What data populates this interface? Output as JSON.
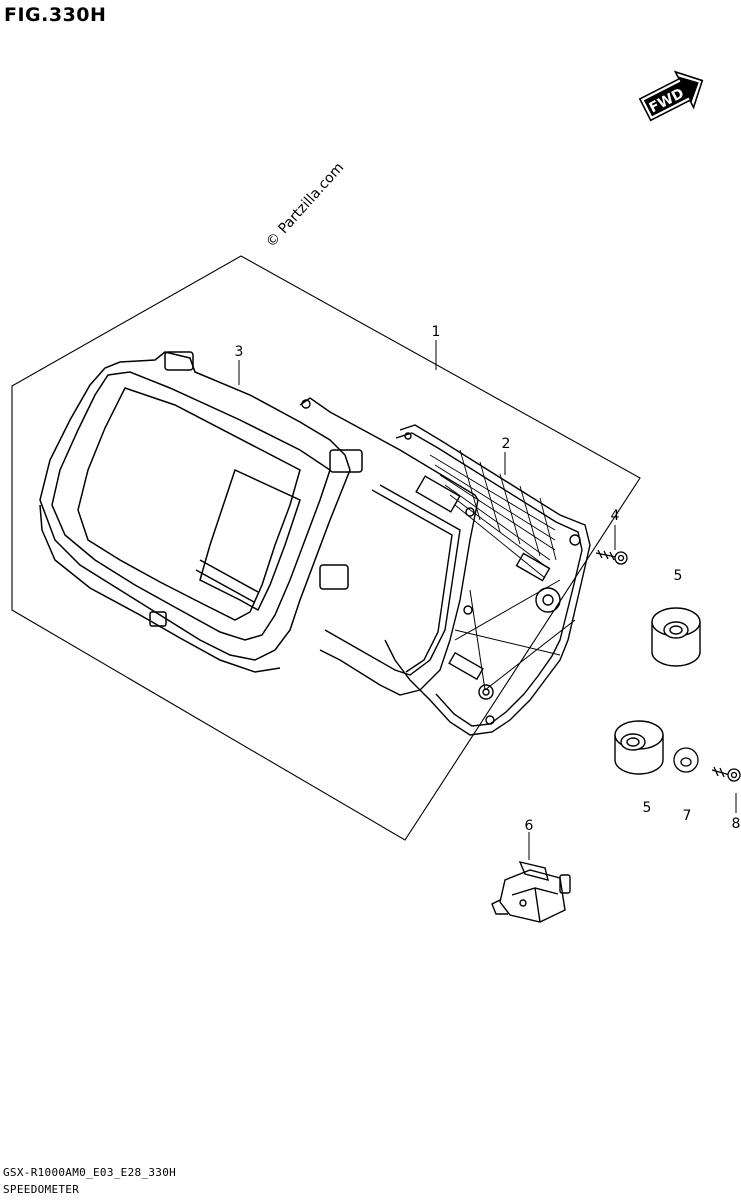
{
  "figure_title": "FIG.330H",
  "watermark": "© Partzilla.com",
  "direction_badge": "FWD",
  "callouts": {
    "c1": "1",
    "c2": "2",
    "c3": "3",
    "c4": "4",
    "c5a": "5",
    "c5b": "5",
    "c6": "6",
    "c7": "7",
    "c8": "8"
  },
  "footer": {
    "code": "GSX-R1000AM0_E03_E28_330H",
    "name": "SPEEDOMETER"
  }
}
